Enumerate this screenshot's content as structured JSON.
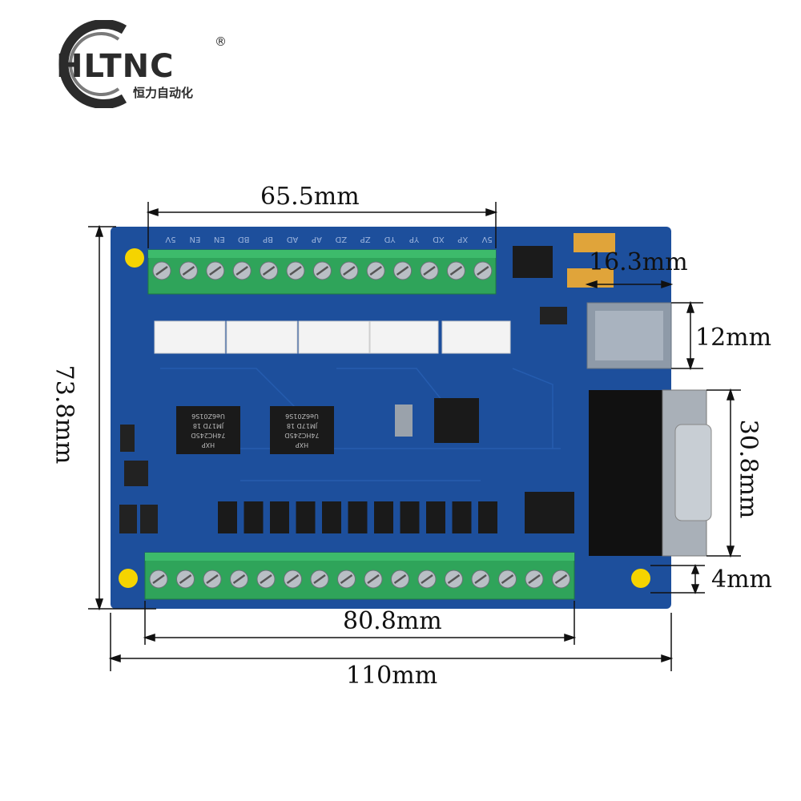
{
  "logo": {
    "brand": "HLTNC",
    "subtitle": "恒力自动化",
    "registered": "®"
  },
  "dimensions": {
    "top_terminal_width": "65.5mm",
    "usb_offset": "16.3mm",
    "usb_height": "12mm",
    "board_height": "73.8mm",
    "db9_height": "30.8mm",
    "hole_offset": "4mm",
    "bottom_terminal_width": "80.8mm",
    "board_width": "110mm"
  },
  "pin_labels_top": [
    "5V",
    "EN",
    "EN",
    "BD",
    "BP",
    "AD",
    "AP",
    "ZD",
    "ZP",
    "YD",
    "YP",
    "XD",
    "XP",
    "5V"
  ],
  "chips": {
    "driver_1": [
      "HXP",
      "74HC245D",
      "JM17D 18",
      "Ue6Z01S6"
    ],
    "driver_2": [
      "HXP",
      "74HC245D",
      "JM17D 18",
      "Ue6Z01S6"
    ]
  },
  "colors": {
    "pcb": "#1d4f9c",
    "terminal": "#2fa45a",
    "hole": "#f5d400",
    "connector": "#8e9aa8"
  }
}
